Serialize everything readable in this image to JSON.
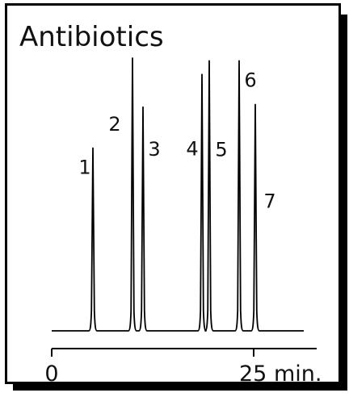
{
  "chart_data": {
    "type": "line",
    "title": "Antibiotics",
    "xlabel": "",
    "ylabel": "",
    "xlim": [
      0,
      32
    ],
    "ylim": [
      0,
      100
    ],
    "grid": false,
    "x_ticks": [
      {
        "value": 0,
        "label": "0"
      },
      {
        "value": 25,
        "label": "25 min."
      }
    ],
    "baseline": 0,
    "peaks": [
      {
        "label": "1",
        "time": 5.1,
        "height": 67
      },
      {
        "label": "2",
        "time": 10.0,
        "height": 100
      },
      {
        "label": "3",
        "time": 11.3,
        "height": 82
      },
      {
        "label": "4",
        "time": 18.6,
        "height": 94
      },
      {
        "label": "5",
        "time": 19.5,
        "height": 99
      },
      {
        "label": "6",
        "time": 23.2,
        "height": 99
      },
      {
        "label": "7",
        "time": 25.2,
        "height": 83
      }
    ]
  }
}
